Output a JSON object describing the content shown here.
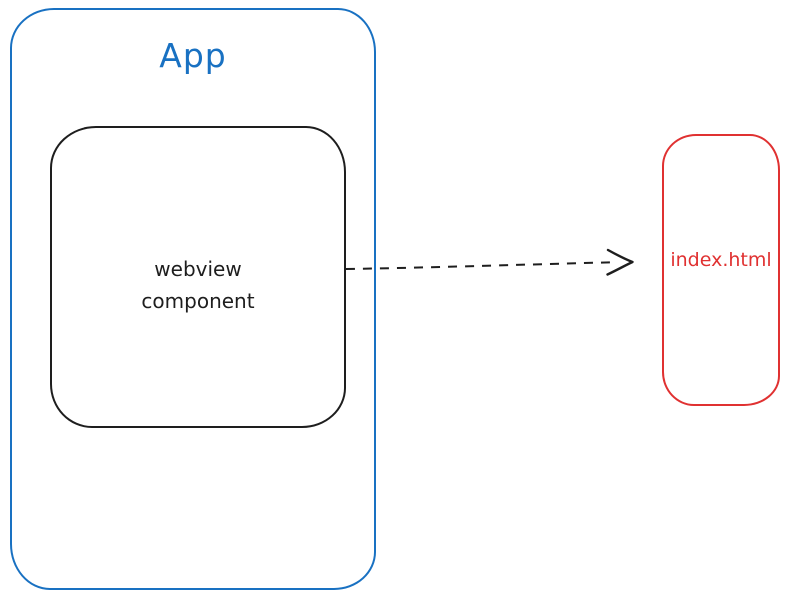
{
  "diagram": {
    "app_box": {
      "label": "App",
      "stroke_color": "#1971c2"
    },
    "webview_box": {
      "label_lines": [
        "webview",
        "component"
      ],
      "stroke_color": "#1e1e1e"
    },
    "index_box": {
      "label": "index.html",
      "stroke_color": "#e03131"
    },
    "arrow": {
      "style": "dashed",
      "color": "#1e1e1e"
    }
  }
}
